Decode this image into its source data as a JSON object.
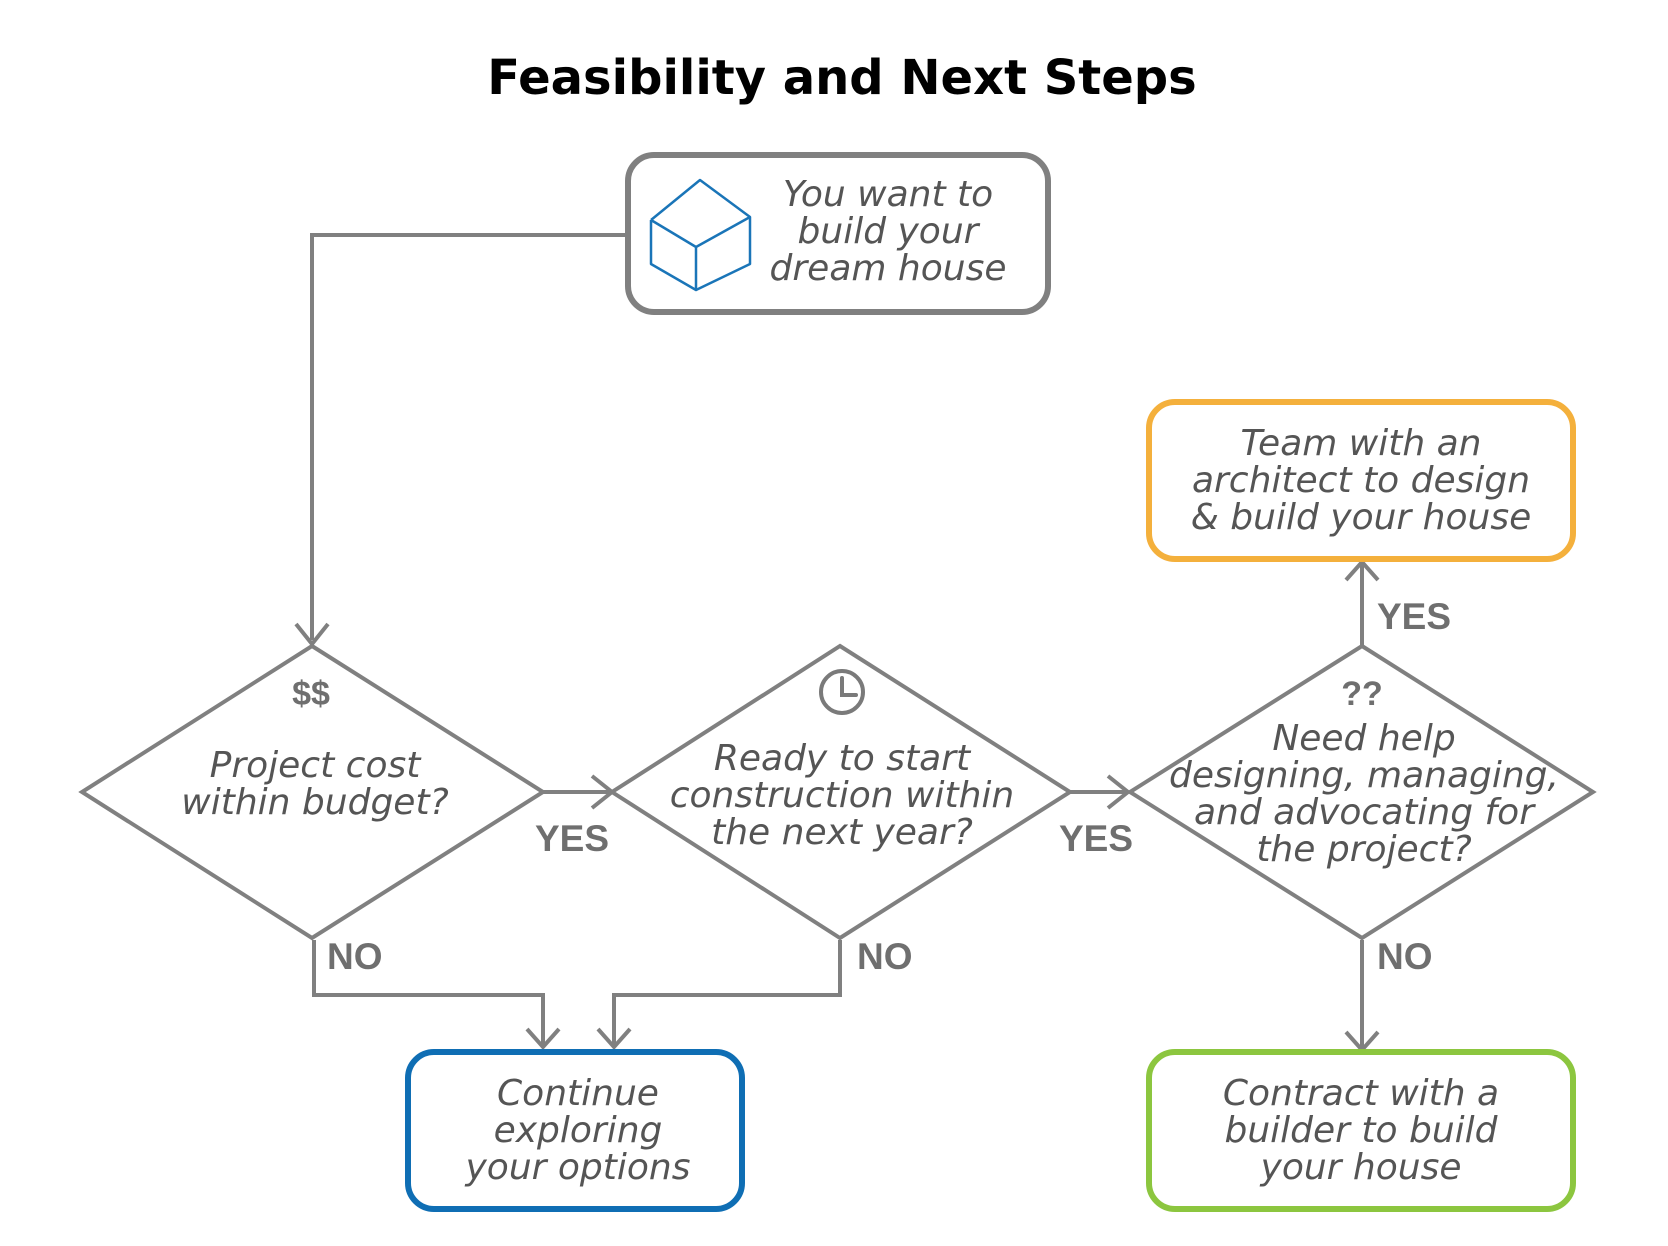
{
  "title": "Feasibility and Next Steps",
  "colors": {
    "line": "#808080",
    "start_border": "#808080",
    "options_border": "#0f6eb4",
    "architect_border": "#f4b03c",
    "builder_border": "#8cc63f",
    "house_icon": "#1a75b8",
    "text": "#555555"
  },
  "nodes": {
    "start": {
      "lines": [
        "You want to",
        "build your",
        "dream house"
      ],
      "icon": "house-icon"
    },
    "budget": {
      "symbol": "$$",
      "lines": [
        "Project cost",
        "within budget?"
      ]
    },
    "timing": {
      "icon": "clock-icon",
      "lines": [
        "Ready to start",
        "construction within",
        "the next year?"
      ]
    },
    "help": {
      "symbol": "??",
      "lines": [
        "Need help",
        "designing, managing,",
        "and advocating for",
        "the project?"
      ]
    },
    "architect": {
      "lines": [
        "Team with an",
        "architect to design",
        "& build your house"
      ]
    },
    "options": {
      "lines": [
        "Continue",
        "exploring",
        "your options"
      ]
    },
    "builder": {
      "lines": [
        "Contract with a",
        "builder to build",
        "your house"
      ]
    }
  },
  "edge_labels": {
    "budget_yes": "YES",
    "budget_no": "NO",
    "timing_yes": "YES",
    "timing_no": "NO",
    "help_yes": "YES",
    "help_no": "NO"
  }
}
